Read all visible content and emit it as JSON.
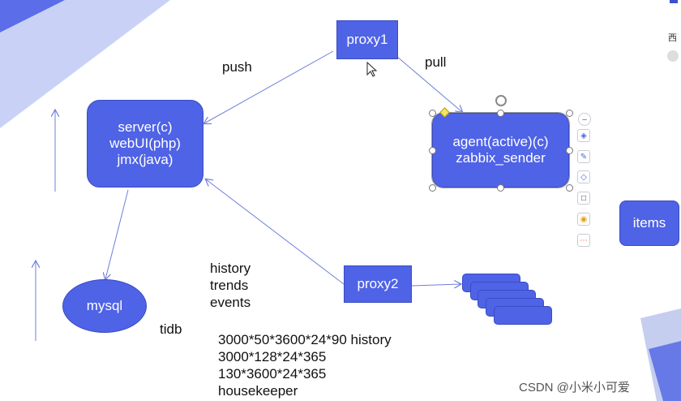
{
  "nodes": {
    "proxy1": "proxy1",
    "proxy2": "proxy2",
    "server": [
      "server(c)",
      "webUI(php)",
      "jmx(java)"
    ],
    "agent": [
      "agent(active)(c)",
      "zabbix_sender"
    ],
    "mysql": "mysql",
    "items": "items"
  },
  "labels": {
    "push": "push",
    "pull": "pull",
    "tidb": "tidb",
    "history_list": [
      "history",
      "trends",
      "events"
    ],
    "calc": [
      "3000*50*3600*24*90 history",
      "3000*128*24*365",
      "130*3600*24*365",
      "housekeeper"
    ]
  },
  "corner_text": "西",
  "watermark": "CSDN @小米小可爱",
  "colors": {
    "box": "#4f63e6",
    "arrow": "#6f7fd8",
    "triangle": "#c9d2f6"
  }
}
